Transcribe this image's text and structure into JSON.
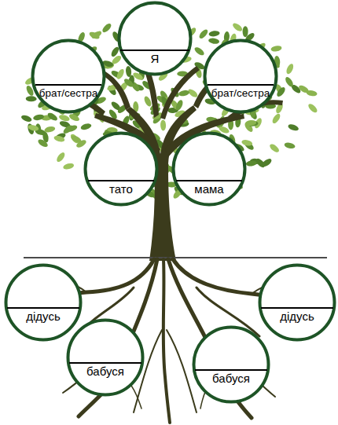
{
  "diagram": {
    "nodes": [
      {
        "text": [
          "Я"
        ]
      },
      {
        "text": [
          "брат/сестра"
        ]
      },
      {
        "text": [
          "брат/сестра"
        ]
      },
      {
        "text": [
          "тато"
        ]
      },
      {
        "text": [
          "мама"
        ]
      },
      {
        "text": [
          "дідусь"
        ]
      },
      {
        "text": [
          "дідусь"
        ]
      },
      {
        "text": [
          "бабуся"
        ]
      },
      {
        "text": [
          "бабуся"
        ]
      }
    ]
  }
}
